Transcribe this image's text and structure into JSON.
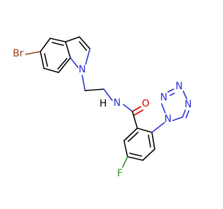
{
  "molecule": {
    "atoms": {
      "br": "Br",
      "n_indole": "N",
      "n_amide": "N",
      "h_amide": "H",
      "o_carbonyl": "O",
      "f": "F",
      "n_tz1": "N",
      "n_tz2": "N",
      "n_tz3": "N",
      "n_tz4": "N"
    },
    "colors": {
      "carbon_bond": "#000000",
      "nitrogen": "#2b31d6",
      "oxygen": "#d40000",
      "bromine": "#9a3d12",
      "fluorine": "#2f8f2f"
    }
  }
}
